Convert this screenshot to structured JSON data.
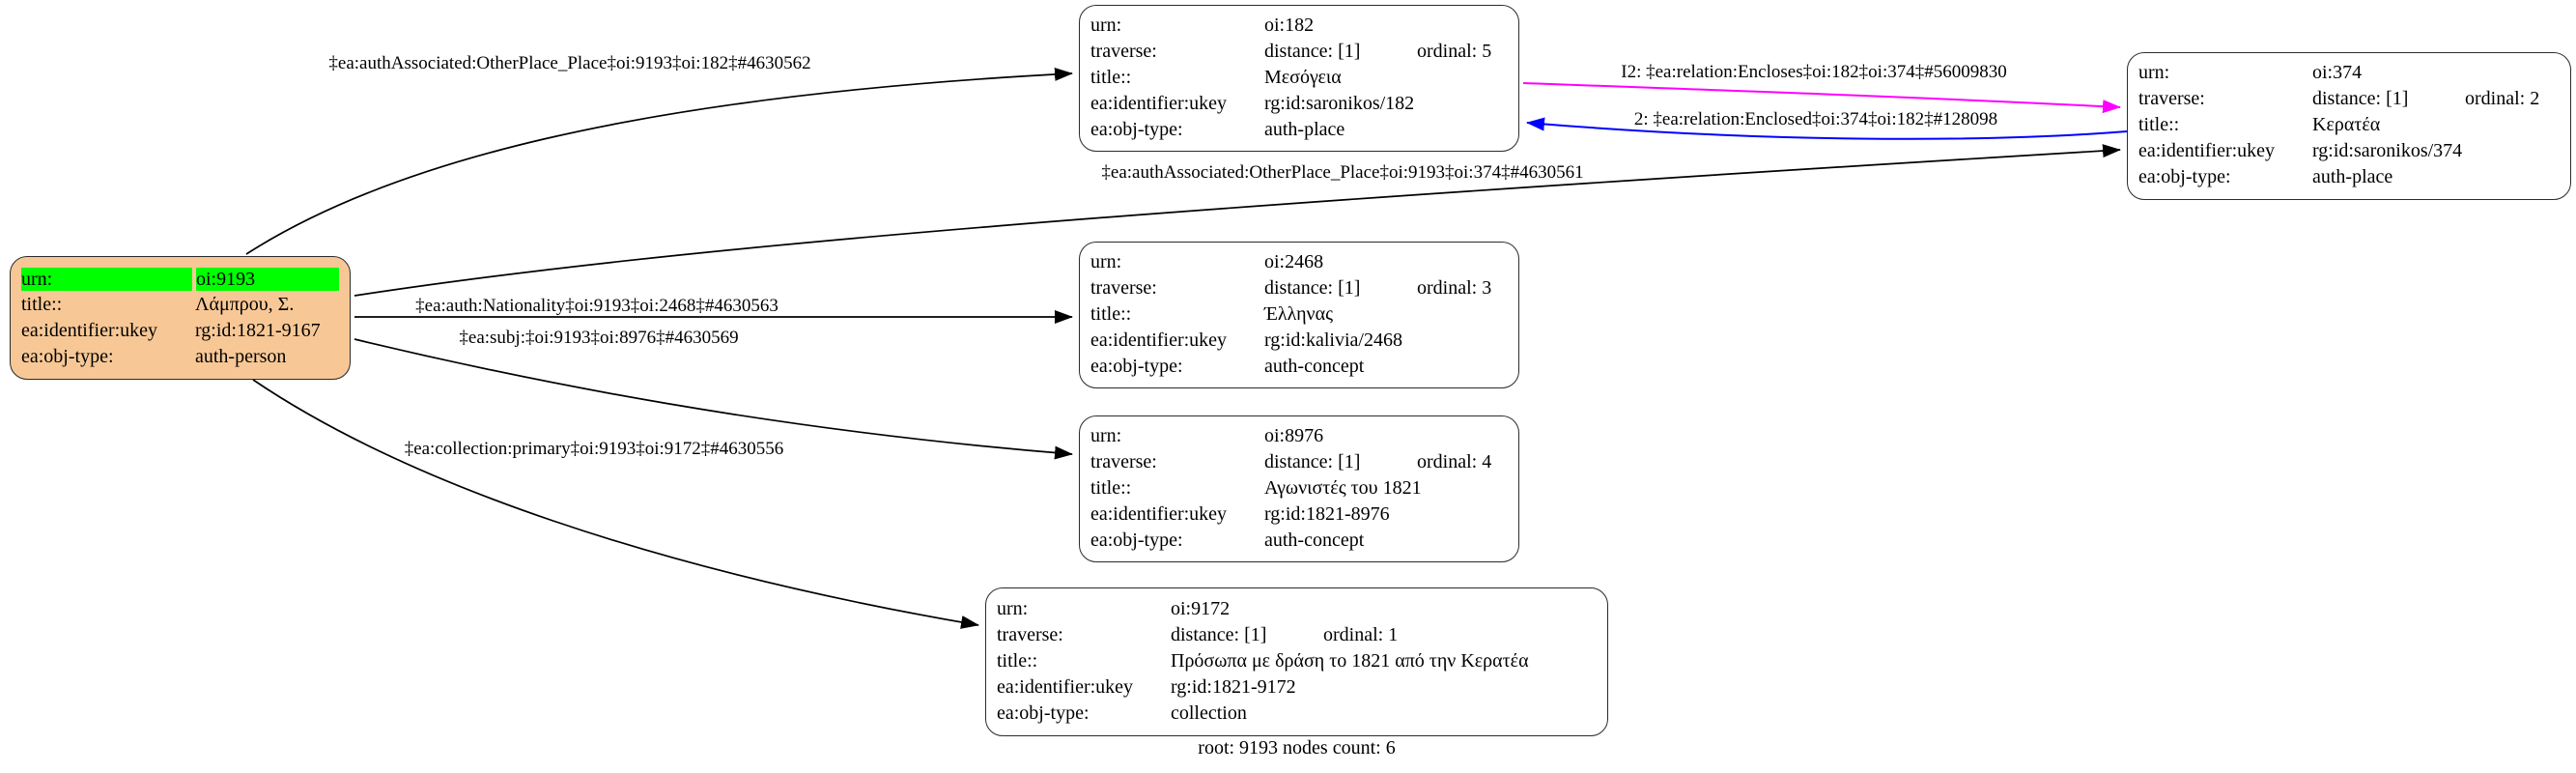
{
  "colors": {
    "person_fill": "#F7C896",
    "highlight": "#00FF00",
    "node_fill": "#FFFFFF",
    "edge": "#000000",
    "encloses_edge": "#FF00FF",
    "enclosed_edge": "#0000FF"
  },
  "caption": "root: 9193 nodes count: 6",
  "nodes": {
    "n9193": {
      "rows": [
        {
          "key": "urn:",
          "val": "oi:9193"
        },
        {
          "key": "title::",
          "val": "Λάμπρου, Σ."
        },
        {
          "key": "ea:identifier:ukey",
          "val": "rg:id:1821-9167"
        },
        {
          "key": "ea:obj-type:",
          "val": "auth-person"
        }
      ]
    },
    "n182": {
      "rows": [
        {
          "key": "urn:",
          "val": "oi:182"
        },
        {
          "key": "traverse:",
          "val": "distance: [1]",
          "ordinal": "ordinal: 5"
        },
        {
          "key": "title::",
          "val": "Μεσόγεια"
        },
        {
          "key": "ea:identifier:ukey",
          "val": "rg:id:saronikos/182"
        },
        {
          "key": "ea:obj-type:",
          "val": "auth-place"
        }
      ]
    },
    "n374": {
      "rows": [
        {
          "key": "urn:",
          "val": "oi:374"
        },
        {
          "key": "traverse:",
          "val": "distance: [1]",
          "ordinal": "ordinal: 2"
        },
        {
          "key": "title::",
          "val": "Κερατέα"
        },
        {
          "key": "ea:identifier:ukey",
          "val": "rg:id:saronikos/374"
        },
        {
          "key": "ea:obj-type:",
          "val": "auth-place"
        }
      ]
    },
    "n2468": {
      "rows": [
        {
          "key": "urn:",
          "val": "oi:2468"
        },
        {
          "key": "traverse:",
          "val": "distance: [1]",
          "ordinal": "ordinal: 3"
        },
        {
          "key": "title::",
          "val": "Έλληνας"
        },
        {
          "key": "ea:identifier:ukey",
          "val": "rg:id:kalivia/2468"
        },
        {
          "key": "ea:obj-type:",
          "val": "auth-concept"
        }
      ]
    },
    "n8976": {
      "rows": [
        {
          "key": "urn:",
          "val": "oi:8976"
        },
        {
          "key": "traverse:",
          "val": "distance: [1]",
          "ordinal": "ordinal: 4"
        },
        {
          "key": "title::",
          "val": "Αγωνιστές του 1821"
        },
        {
          "key": "ea:identifier:ukey",
          "val": "rg:id:1821-8976"
        },
        {
          "key": "ea:obj-type:",
          "val": "auth-concept"
        }
      ]
    },
    "n9172": {
      "rows": [
        {
          "key": "urn:",
          "val": "oi:9172"
        },
        {
          "key": "traverse:",
          "val": "distance: [1]",
          "ordinal": "ordinal: 1"
        },
        {
          "key": "title::",
          "val": "Πρόσωπα με δράση το 1821 από την Κερατέα"
        },
        {
          "key": "ea:identifier:ukey",
          "val": "rg:id:1821-9172"
        },
        {
          "key": "ea:obj-type:",
          "val": "collection"
        }
      ]
    }
  },
  "edges": {
    "authAssoc182": {
      "label": "‡ea:authAssociated:OtherPlace_Place‡oi:9193‡oi:182‡#4630562"
    },
    "authAssoc374": {
      "label": "‡ea:authAssociated:OtherPlace_Place‡oi:9193‡oi:374‡#4630561"
    },
    "nationality": {
      "label": "‡ea:auth:Nationality‡oi:9193‡oi:2468‡#4630563"
    },
    "subj": {
      "label": "‡ea:subj:‡oi:9193‡oi:8976‡#4630569"
    },
    "collection": {
      "label": "‡ea:collection:primary‡oi:9193‡oi:9172‡#4630556"
    },
    "encloses": {
      "label": "I2: ‡ea:relation:Encloses‡oi:182‡oi:374‡#56009830"
    },
    "enclosed": {
      "label": "2: ‡ea:relation:Enclosed‡oi:374‡oi:182‡#128098"
    }
  }
}
